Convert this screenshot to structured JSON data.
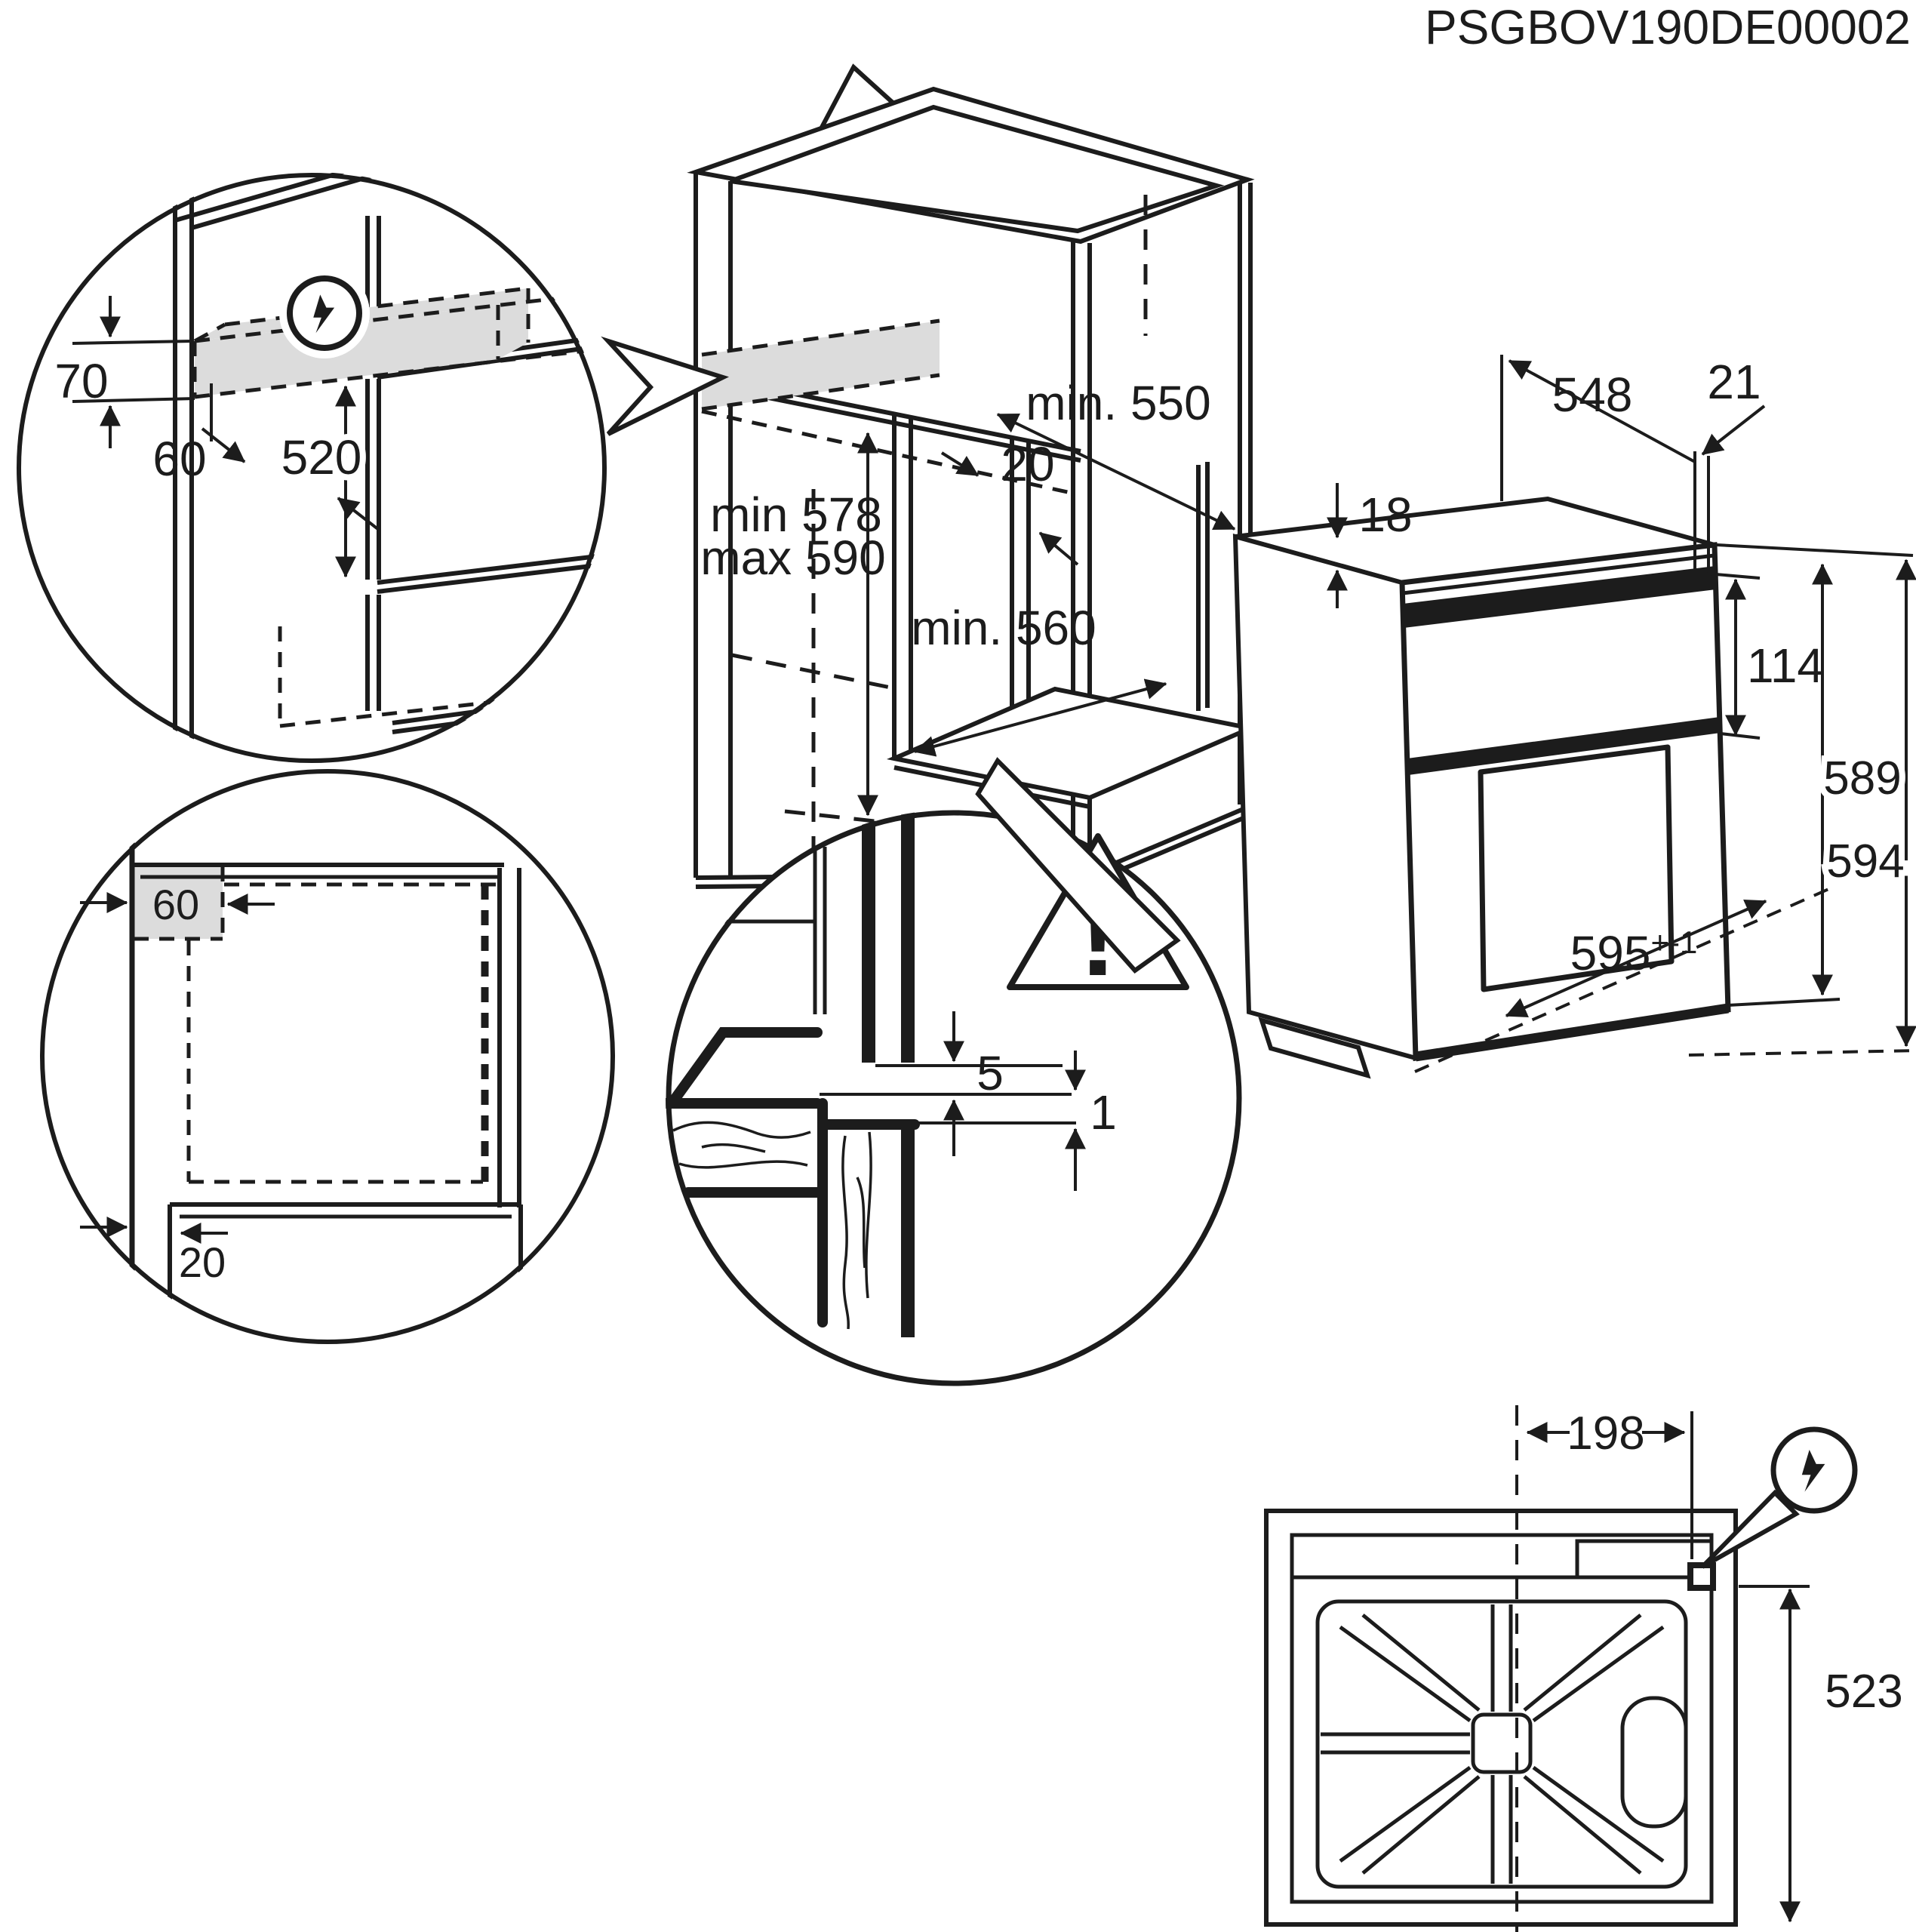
{
  "title": {
    "doc_code": "PSGBOV190DE00002"
  },
  "colors": {
    "line": "#1c1c1c",
    "shade": "#dcdcdc",
    "background": "#ffffff"
  },
  "detail_electrical_zone": {
    "strip_height": "70",
    "strip_offset": "60",
    "strip_to_shelf": "520",
    "icon": "lightning"
  },
  "cabinet_niche": {
    "depth_top": "min. 550",
    "side_clearance": "20",
    "height_min": "min 578",
    "height_max": "max 590",
    "depth_bottom": "min. 560"
  },
  "oven": {
    "body_depth": "548",
    "panel_overhang": "21",
    "top_edge": "18",
    "control_panel_height": "114",
    "body_height": "589",
    "total_height": "594",
    "front_width": "595",
    "front_width_tolerance": "+-1"
  },
  "detail_plan_view": {
    "corner_zone": "60",
    "front_gap": "20"
  },
  "detail_gap_section": {
    "upper_gap": "5",
    "lower_gap": "1",
    "warning_mark": "!"
  },
  "back_view": {
    "connector_offset": "198",
    "height": "523",
    "icon": "lightning"
  }
}
